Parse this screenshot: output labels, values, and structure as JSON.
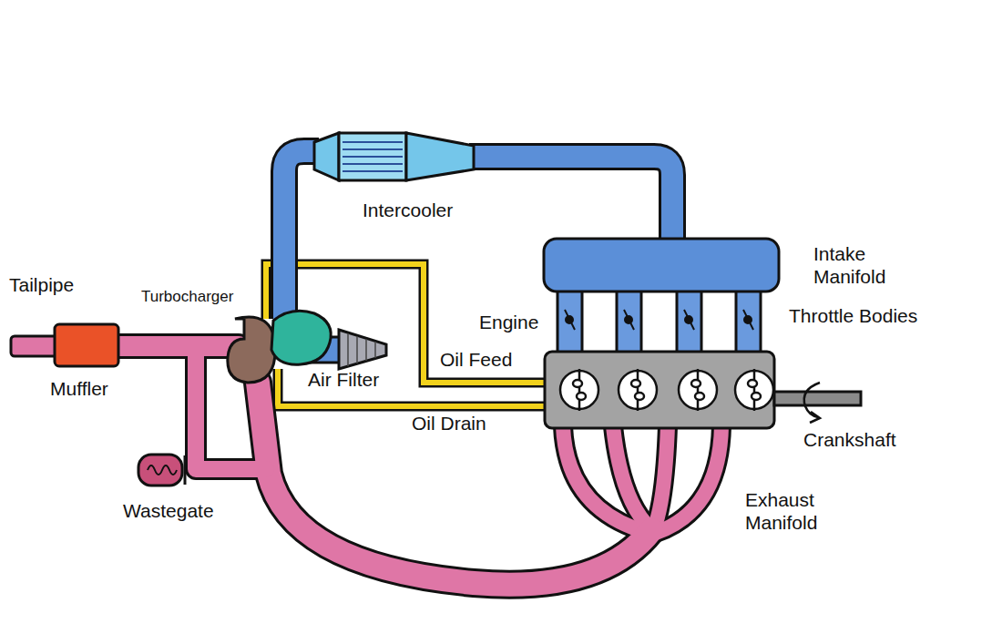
{
  "diagram": {
    "labels": [
      "Intercooler",
      "Intake Manifold",
      "Tailpipe",
      "Turbocharger",
      "Engine",
      "Throttle Bodies",
      "Oil Feed",
      "Air Filter",
      "Muffler",
      "Oil Drain",
      "Crankshaft",
      "Wastegate",
      "Exhaust Manifold"
    ]
  }
}
